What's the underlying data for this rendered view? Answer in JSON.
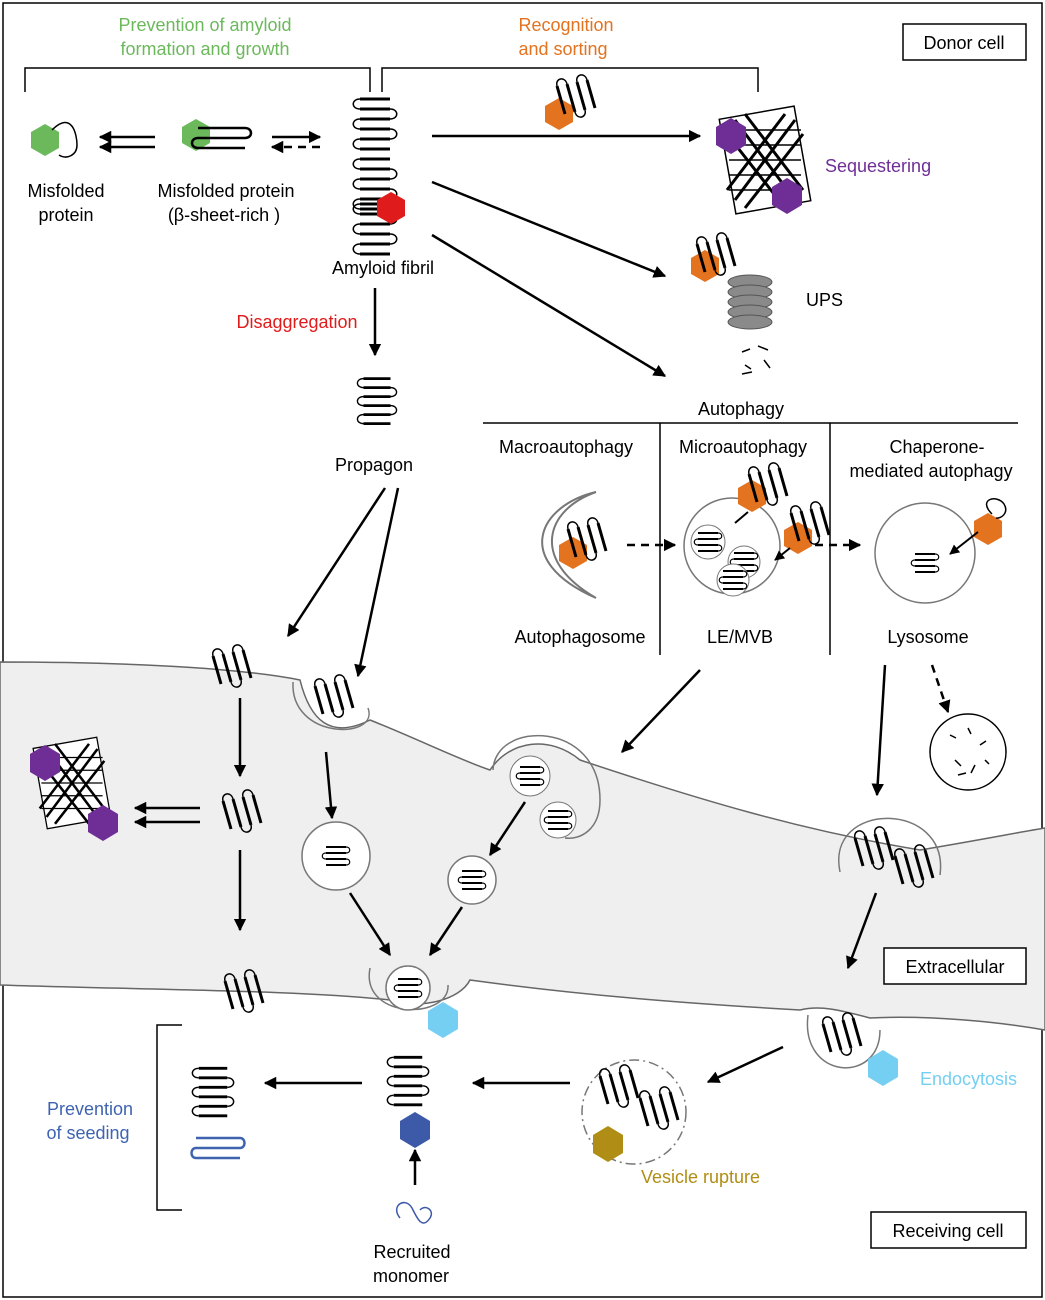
{
  "colors": {
    "green": "#6cb95c",
    "orange": "#e3731f",
    "red": "#e01b1b",
    "purple": "#6f2e96",
    "cyan": "#74cff2",
    "darkblue": "#3d5aa8",
    "olive": "#b08d14",
    "blue_text": "#3f63b0",
    "ups_gray": "#8a8a8a",
    "extracellular_fill": "#efefef"
  },
  "boxes": {
    "donor": "Donor cell",
    "extracellular": "Extracellular",
    "receiving": "Receiving cell"
  },
  "headers": {
    "prevention_line1": "Prevention of amyloid",
    "prevention_line2": "formation and growth",
    "recognition_line1": "Recognition",
    "recognition_line2": "and sorting"
  },
  "labels": {
    "misfolded_line1": "Misfolded",
    "misfolded_line2": "protein",
    "misfolded_beta_line1": "Misfolded protein",
    "misfolded_beta_line2": "(β-sheet-rich )",
    "amyloid_fibril": "Amyloid fibril",
    "sequestering": "Sequestering",
    "ups": "UPS",
    "disaggregation": "Disaggregation",
    "propagon": "Propagon",
    "autophagy": "Autophagy",
    "macroautophagy": "Macroautophagy",
    "microautophagy": "Microautophagy",
    "cma_line1": "Chaperone-",
    "cma_line2": "mediated autophagy",
    "autophagosome": "Autophagosome",
    "le_mvb": "LE/MVB",
    "lysosome": "Lysosome",
    "endocytosis": "Endocytosis",
    "vesicle_rupture": "Vesicle rupture",
    "prevention_seeding_line1": "Prevention",
    "prevention_seeding_line2": "of seeding",
    "recruited_line1": "Recruited",
    "recruited_line2": "monomer"
  }
}
